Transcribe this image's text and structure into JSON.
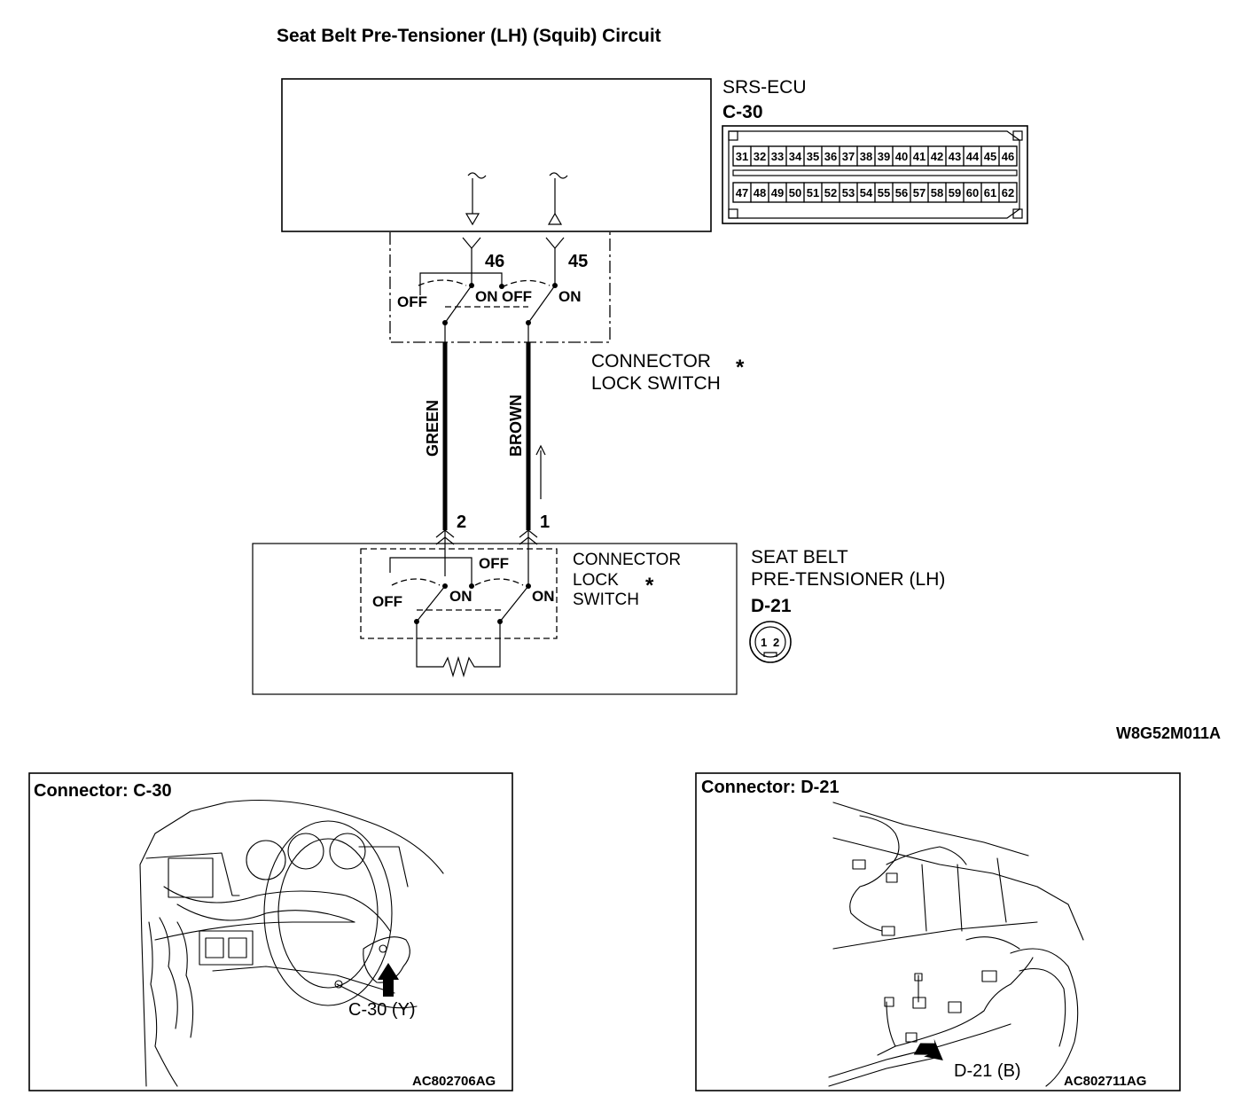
{
  "title": "Seat Belt Pre-Tensioner (LH) (Squib) Circuit",
  "ecu": {
    "name": "SRS-ECU",
    "connector_id": "C-30",
    "pin_row_top": [
      "31",
      "32",
      "33",
      "34",
      "35",
      "36",
      "37",
      "38",
      "39",
      "40",
      "41",
      "42",
      "43",
      "44",
      "45",
      "46"
    ],
    "pin_row_bottom": [
      "47",
      "48",
      "49",
      "50",
      "51",
      "52",
      "53",
      "54",
      "55",
      "56",
      "57",
      "58",
      "59",
      "60",
      "61",
      "62"
    ],
    "terminal_a": "46",
    "terminal_b": "45"
  },
  "switch_labels": {
    "off": "OFF",
    "on": "ON"
  },
  "lock_switch_ecu": {
    "line1": "CONNECTOR",
    "line2": "LOCK SWITCH",
    "asterisk": "*"
  },
  "wires": {
    "left_color": "GREEN",
    "right_color": "BROWN"
  },
  "tensioner": {
    "terminal_left": "2",
    "terminal_right": "1",
    "lock_line1": "CONNECTOR",
    "lock_line2": "LOCK",
    "lock_line3": "SWITCH",
    "asterisk": "*",
    "name_line1": "SEAT BELT",
    "name_line2": "PRE-TENSIONER (LH)",
    "connector_id": "D-21",
    "pin1": "1",
    "pin2": "2"
  },
  "diagram_code": "W8G52M011A",
  "panel_left": {
    "title": "Connector: C-30",
    "callout": "C-30 (Y)",
    "code": "AC802706AG"
  },
  "panel_right": {
    "title": "Connector: D-21",
    "callout": "D-21 (B)",
    "code": "AC802711AG"
  },
  "colors": {
    "ink": "#000000",
    "paper": "#ffffff"
  }
}
